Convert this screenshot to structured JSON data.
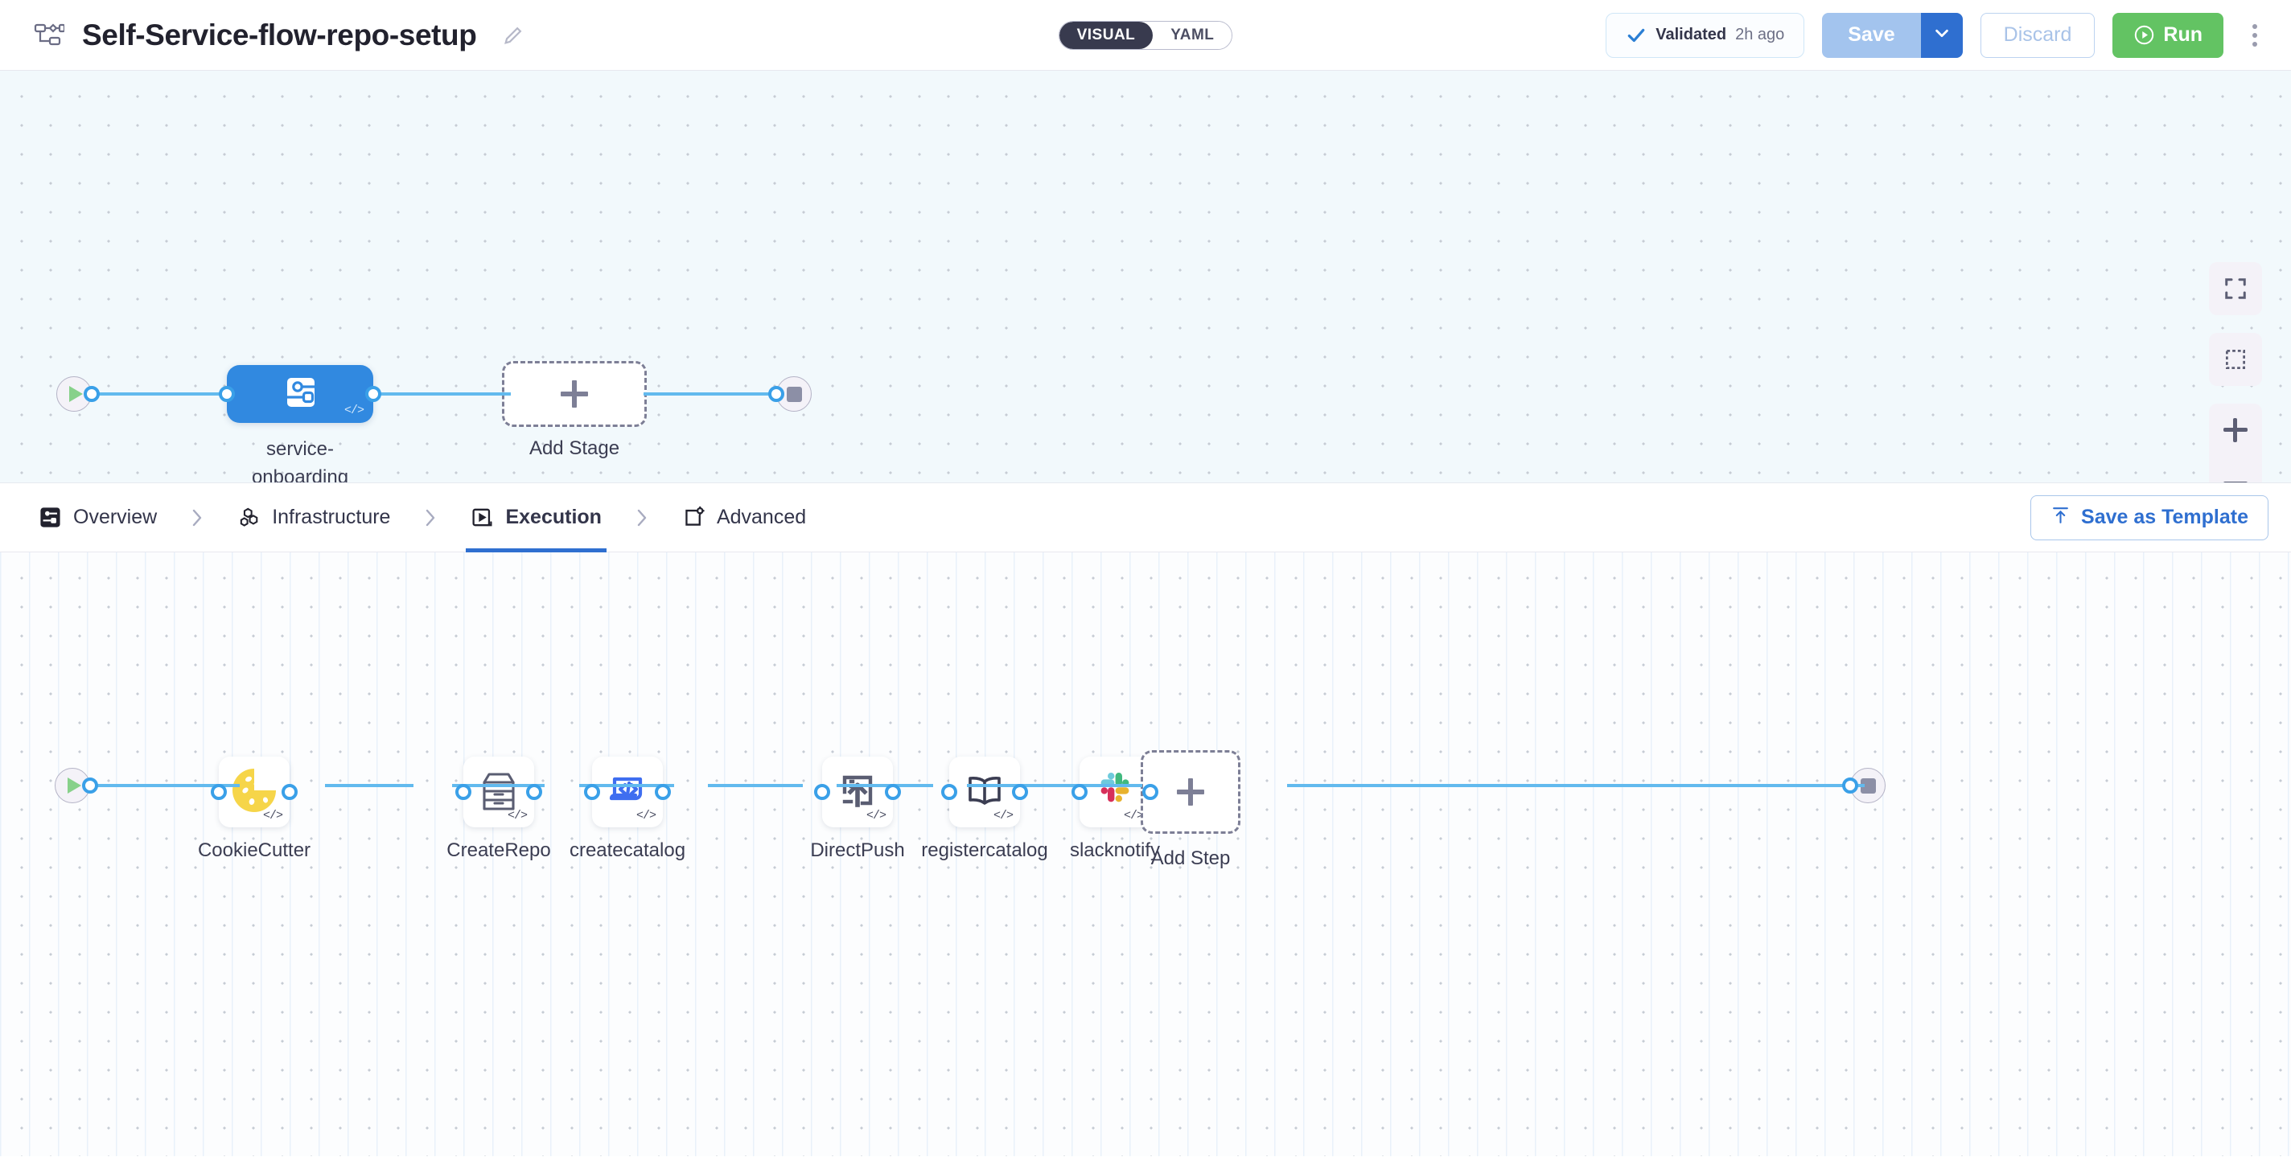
{
  "header": {
    "pipeline_icon": "pipeline-icon",
    "title": "Self-Service-flow-repo-setup",
    "edit_icon": "edit-pencil-icon",
    "view_toggle": {
      "options": [
        "VISUAL",
        "YAML"
      ],
      "selected": "VISUAL"
    },
    "validated": {
      "icon": "check-icon",
      "label": "Validated",
      "time": "2h ago"
    },
    "save_label": "Save",
    "save_caret_icon": "chevron-down-icon",
    "discard_label": "Discard",
    "run_label": "Run",
    "run_icon": "play-circle-icon",
    "more_icon": "kebab-menu-icon",
    "colors": {
      "run_green": "#63c363",
      "save_blue": "#a3c4ee",
      "save_caret_blue": "#2f6fd0",
      "accent_blue": "#2f6fd0",
      "edge_blue": "#62baee"
    }
  },
  "stage_graph": {
    "start_icon": "play-start-node",
    "end_icon": "stop-end-node",
    "stages": [
      {
        "label": "service-onboarding",
        "icon": "service-onboarding-icon",
        "code_badge": "</>",
        "selected": true
      }
    ],
    "add_stage_label": "Add Stage",
    "add_stage_icon": "plus-icon"
  },
  "tabbar": {
    "tabs": [
      {
        "label": "Overview",
        "icon": "overview-icon",
        "active": false
      },
      {
        "label": "Infrastructure",
        "icon": "infrastructure-icon",
        "active": false
      },
      {
        "label": "Execution",
        "icon": "execution-icon",
        "active": true
      },
      {
        "label": "Advanced",
        "icon": "advanced-icon",
        "active": false
      }
    ],
    "separator_icon": "chevron-right-icon",
    "save_as_template_label": "Save as Template",
    "save_as_template_icon": "template-upload-icon"
  },
  "step_graph": {
    "start_icon": "play-start-node",
    "end_icon": "stop-end-node",
    "steps": [
      {
        "label": "CookieCutter",
        "icon": "cookie-icon",
        "code_badge": "</>"
      },
      {
        "label": "CreateRepo",
        "icon": "archive-drawer-icon",
        "code_badge": "</>"
      },
      {
        "label": "createcatalog",
        "icon": "code-laptop-icon",
        "code_badge": "</>"
      },
      {
        "label": "DirectPush",
        "icon": "upload-push-icon",
        "code_badge": "</>"
      },
      {
        "label": "registercatalog",
        "icon": "open-book-icon",
        "code_badge": "</>"
      },
      {
        "label": "slacknotify",
        "icon": "slack-icon",
        "code_badge": "</>"
      }
    ],
    "add_step_label": "Add Step",
    "add_step_icon": "plus-icon"
  },
  "zoom_controls": {
    "buttons": [
      {
        "icon": "fit-screen-icon"
      },
      {
        "icon": "selection-box-icon"
      },
      {
        "icon": "zoom-in-icon"
      },
      {
        "icon": "zoom-out-icon"
      }
    ]
  }
}
